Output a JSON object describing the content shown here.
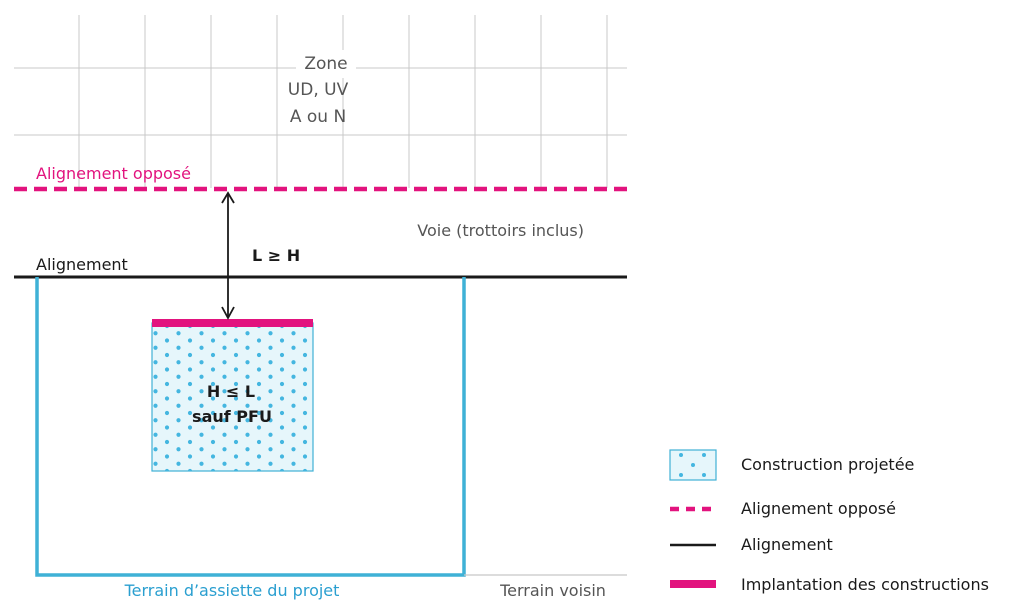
{
  "zone_label": [
    "Zone",
    "UD, UV",
    "A ou N"
  ],
  "opposite_alignment_label": "Alignement opposé",
  "road_label": "Voie (trottoirs inclus)",
  "alignment_label": "Alignement",
  "distance_label": "L ≥ H",
  "building_label": [
    "H ≤ L",
    "sauf PFU"
  ],
  "plot_label": "Terrain d’assiette du projet",
  "neighbour_label": "Terrain voisin",
  "legend": [
    {
      "key": "construction",
      "label": "Construction projetée"
    },
    {
      "key": "opposite-alignment",
      "label": "Alignement opposé"
    },
    {
      "key": "alignment",
      "label": "Alignement"
    },
    {
      "key": "implantation",
      "label": "Implantation des constructions"
    }
  ],
  "colors": {
    "grid": "#c8c8c8",
    "magenta": "#e2137e",
    "plot_border": "#3fb1d6",
    "building_fill": "#e6f6fb",
    "dot": "#44b6e0",
    "text_dark": "#1a1a1a",
    "text_grey": "#555555",
    "text_blue": "#2a9fd0"
  }
}
